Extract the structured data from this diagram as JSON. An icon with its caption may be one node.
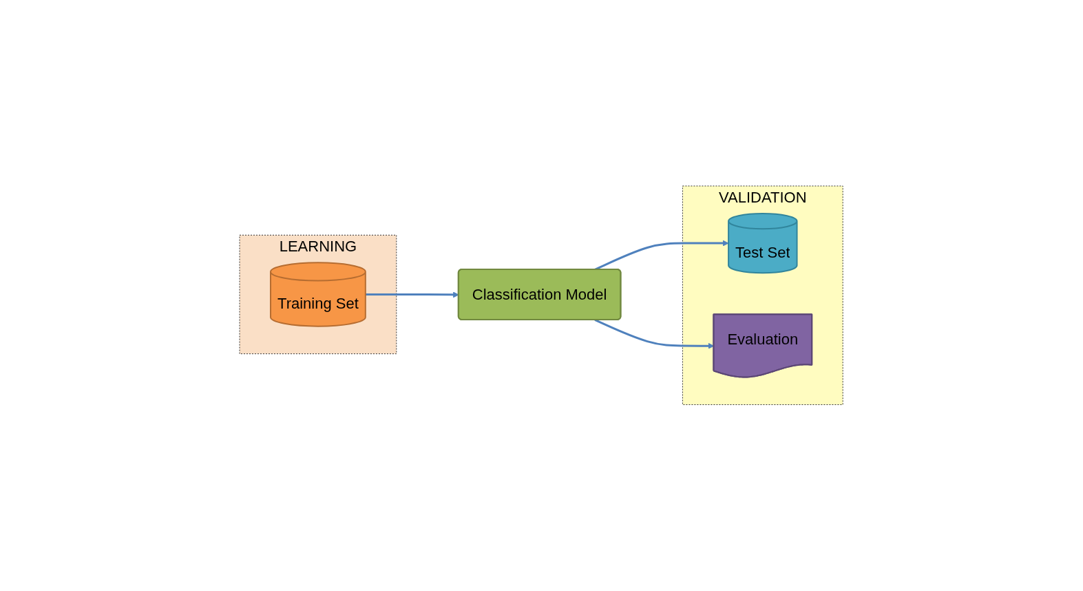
{
  "diagram": {
    "nodes": [
      {
        "text": [
          "LEARNING"
        ]
      },
      {
        "text": [
          "Training Set"
        ],
        "in": 0
      },
      {
        "text": [
          "Classification Model"
        ]
      },
      {
        "text": [
          "VALIDATION"
        ]
      },
      {
        "text": [
          "Test Set"
        ],
        "in": 3
      },
      {
        "text": [
          "Evaluation"
        ],
        "in": 3
      }
    ],
    "edges": [
      {
        "from": 1,
        "to": 2,
        "arrow": "to"
      },
      {
        "from": 2,
        "to": 4,
        "arrow": "to"
      },
      {
        "from": 2,
        "to": 5,
        "arrow": "to"
      }
    ]
  }
}
